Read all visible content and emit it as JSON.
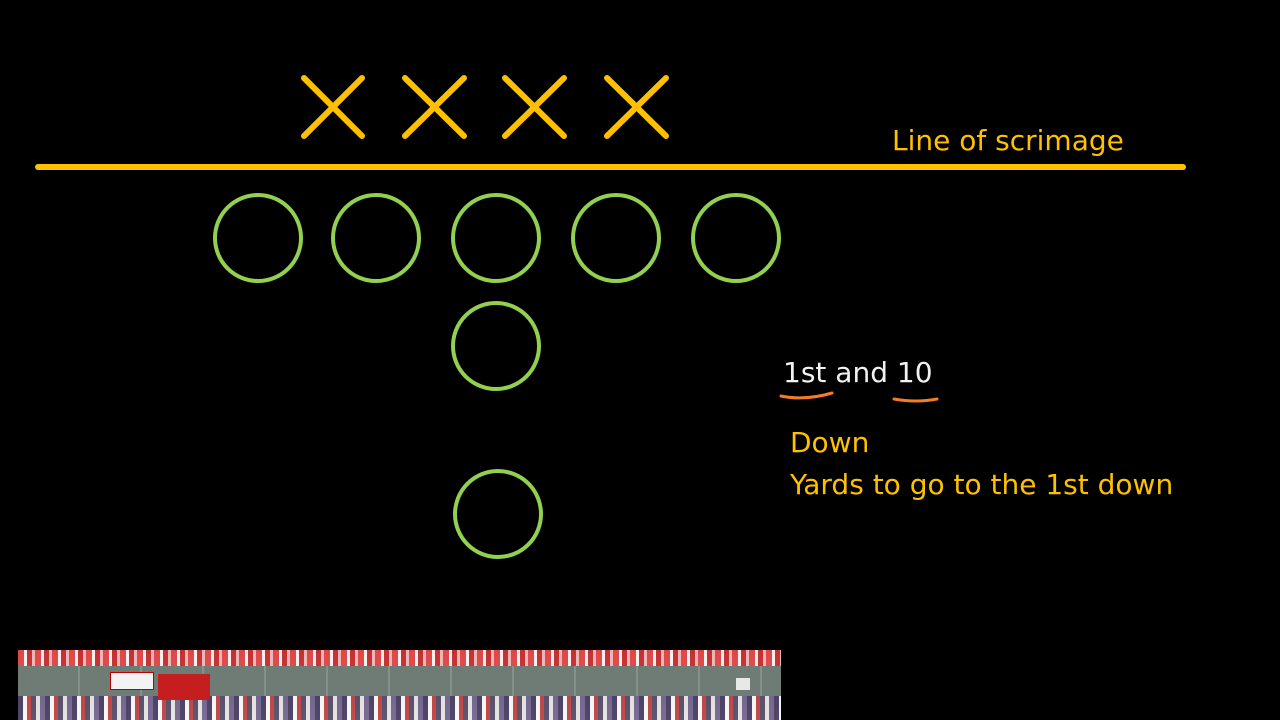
{
  "diagram": {
    "line_of_scrimmage_label": "Line of scrimage",
    "down_and_distance": {
      "down": "1st",
      "connector": " and ",
      "distance": "10"
    },
    "annotations": {
      "down": "Down",
      "yards": "Yards to go to the 1st down"
    },
    "defense_marker": "X",
    "defense_count": 4,
    "offense_count": 7
  },
  "colors": {
    "background": "#000000",
    "defense": "#ffc000",
    "line": "#ffc000",
    "offense": "#92d050",
    "label": "#ffc000",
    "underline": "#f47c24",
    "down_text": "#f2f2f2"
  },
  "photo": {
    "description_hidden": true
  }
}
